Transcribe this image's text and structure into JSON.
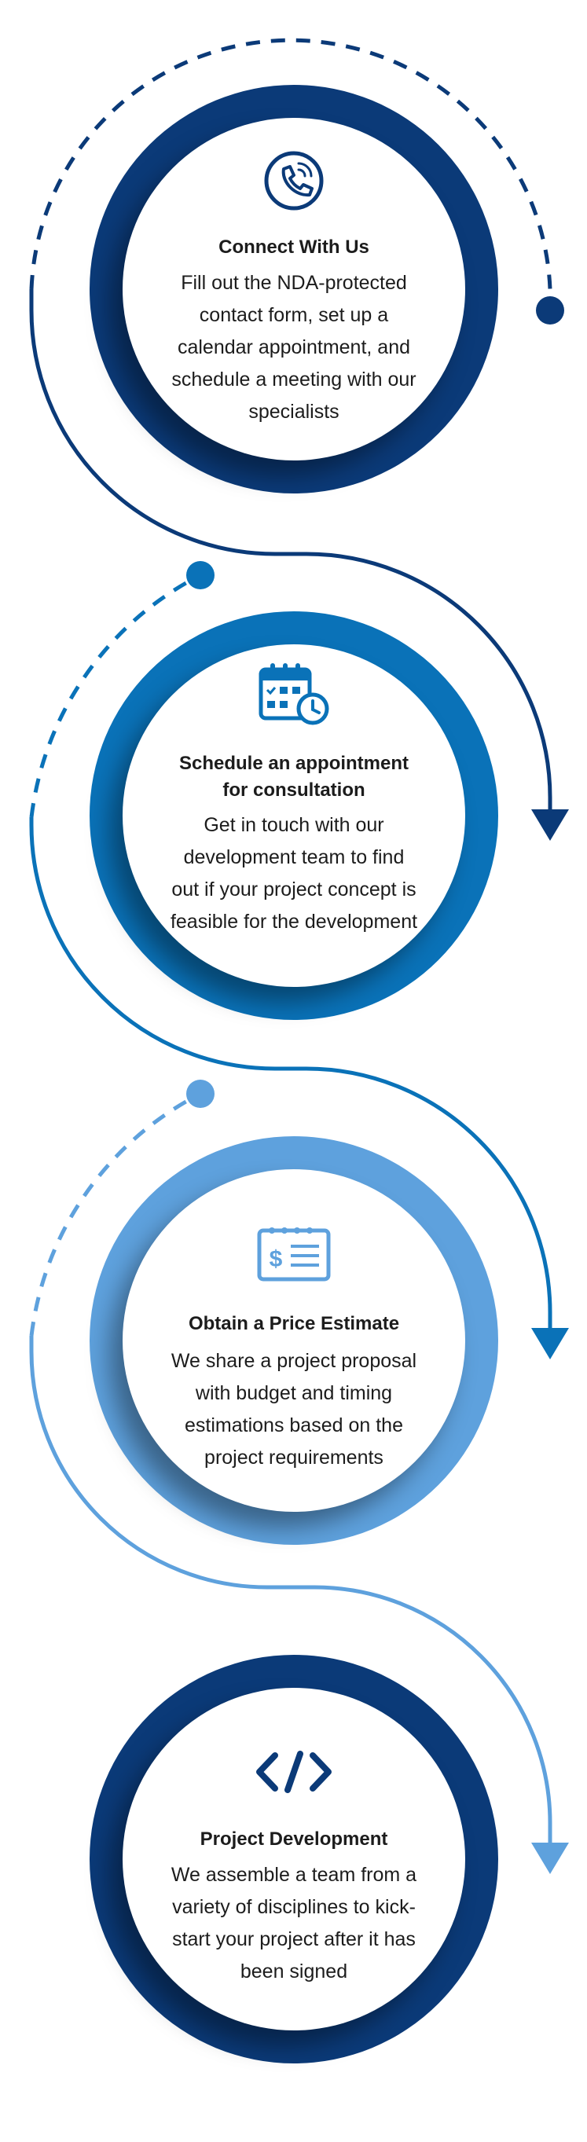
{
  "colors": {
    "dark_blue": "#0b3a78",
    "medium_blue": "#0a72b8",
    "light_blue": "#5ea1dd"
  },
  "steps": [
    {
      "icon": "phone-icon",
      "title": "Connect With Us",
      "description": "Fill out the NDA-protected contact form, set up a calendar appointment, and schedule a meeting with our specialists"
    },
    {
      "icon": "calendar-icon",
      "title": "Schedule an appointment for consultation",
      "description": "Get in touch with our development team to find out if your project concept is feasible for the development"
    },
    {
      "icon": "price-list-icon",
      "title": "Obtain a Price Estimate",
      "description": "We share a project proposal with budget and timing estimations based on the project requirements"
    },
    {
      "icon": "code-icon",
      "title": "Project Development",
      "description": "We assemble a team from a variety of disciplines to kick-start your project after it has been signed"
    }
  ]
}
